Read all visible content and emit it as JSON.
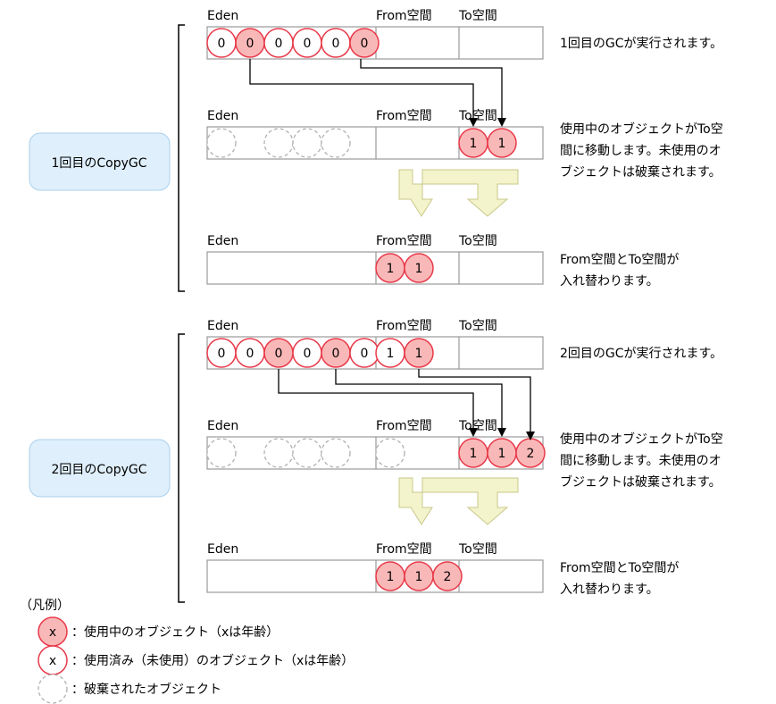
{
  "labels": {
    "eden": "Eden",
    "from": "From空間",
    "to": "To空間"
  },
  "groups": [
    {
      "title": "1回目のCopyGC",
      "rows": [
        {
          "eden": [
            {
              "v": "0",
              "s": "unused"
            },
            {
              "v": "0",
              "s": "live"
            },
            {
              "v": "0",
              "s": "unused"
            },
            {
              "v": "0",
              "s": "unused"
            },
            {
              "v": "0",
              "s": "unused"
            },
            {
              "v": "0",
              "s": "live"
            }
          ],
          "from": [],
          "to": [],
          "desc": [
            "1回目のGCが実行されます。"
          ]
        },
        {
          "eden": [
            {
              "v": "",
              "s": "dead"
            },
            {
              "v": "",
              "s": "gap"
            },
            {
              "v": "",
              "s": "dead"
            },
            {
              "v": "",
              "s": "dead"
            },
            {
              "v": "",
              "s": "dead"
            }
          ],
          "from": [],
          "to": [
            {
              "v": "1",
              "s": "live"
            },
            {
              "v": "1",
              "s": "live"
            }
          ],
          "desc": [
            "使用中のオブジェクトがTo空",
            "間に移動します。未使用のオ",
            "ブジェクトは破棄されます。"
          ]
        },
        {
          "eden": [],
          "from": [
            {
              "v": "1",
              "s": "live"
            },
            {
              "v": "1",
              "s": "live"
            }
          ],
          "to": [],
          "desc": [
            "From空間とTo空間が",
            "入れ替わります。"
          ]
        }
      ]
    },
    {
      "title": "2回目のCopyGC",
      "rows": [
        {
          "eden": [
            {
              "v": "0",
              "s": "unused"
            },
            {
              "v": "0",
              "s": "unused"
            },
            {
              "v": "0",
              "s": "live"
            },
            {
              "v": "0",
              "s": "unused"
            },
            {
              "v": "0",
              "s": "live"
            },
            {
              "v": "0",
              "s": "unused"
            }
          ],
          "from": [
            {
              "v": "1",
              "s": "unused"
            },
            {
              "v": "1",
              "s": "live"
            }
          ],
          "to": [],
          "desc": [
            "2回目のGCが実行されます。"
          ]
        },
        {
          "eden": [
            {
              "v": "",
              "s": "dead"
            },
            {
              "v": "",
              "s": "gap"
            },
            {
              "v": "",
              "s": "dead"
            },
            {
              "v": "",
              "s": "dead"
            },
            {
              "v": "",
              "s": "dead"
            }
          ],
          "from": [
            {
              "v": "",
              "s": "dead"
            }
          ],
          "to": [
            {
              "v": "1",
              "s": "live"
            },
            {
              "v": "1",
              "s": "live"
            },
            {
              "v": "2",
              "s": "live"
            }
          ],
          "desc": [
            "使用中のオブジェクトがTo空",
            "間に移動します。未使用のオ",
            "ブジェクトは破棄されます。"
          ]
        },
        {
          "eden": [],
          "from": [
            {
              "v": "1",
              "s": "live"
            },
            {
              "v": "1",
              "s": "live"
            },
            {
              "v": "2",
              "s": "live"
            }
          ],
          "to": [],
          "desc": [
            "From空間とTo空間が",
            "入れ替わります。"
          ]
        }
      ]
    }
  ],
  "legend": {
    "title": "（凡例）",
    "items": [
      {
        "symbol": "x",
        "s": "live",
        "text": "：使用中のオブジェクト（xは年齢）"
      },
      {
        "symbol": "x",
        "s": "unused",
        "text": "：使用済み（未使用）のオブジェクト（xは年齢）"
      },
      {
        "symbol": "",
        "s": "dead",
        "text": "：破棄されたオブジェクト"
      }
    ]
  },
  "colors": {
    "live": "#f9b8b8",
    "ring": "#e83a4a",
    "deadStroke": "#b0b0b0",
    "panel": "#dfeffb",
    "panelStroke": "#a8d0ee",
    "arrow": "#f3f3cc",
    "arrowStroke": "#c8c888"
  }
}
